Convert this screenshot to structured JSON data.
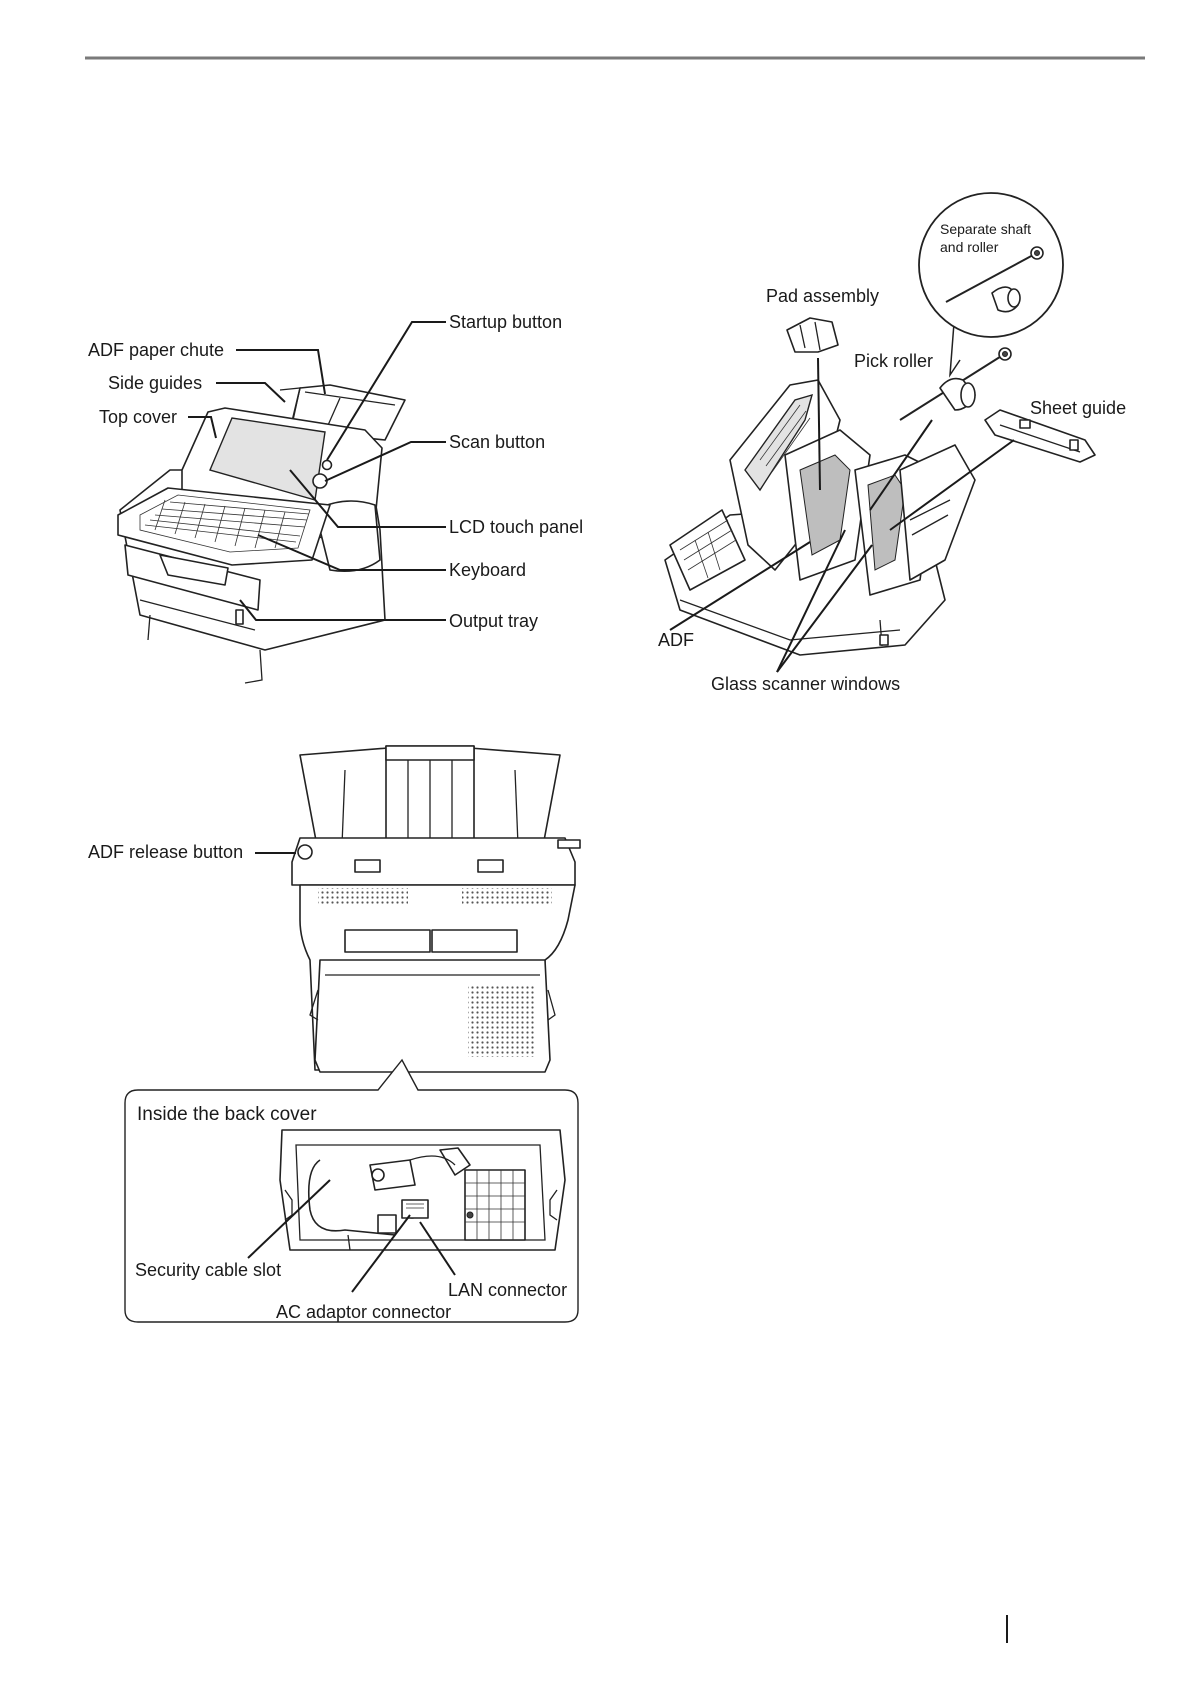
{
  "figure_front": {
    "labels": {
      "adf_paper_chute": "ADF paper chute",
      "side_guides": "Side guides",
      "top_cover": "Top cover",
      "startup_button": "Startup button",
      "scan_button": "Scan button",
      "lcd_touch_panel": "LCD touch panel",
      "keyboard": "Keyboard",
      "output_tray": "Output tray"
    }
  },
  "figure_open": {
    "labels": {
      "separate_shaft_line1": "Separate shaft",
      "separate_shaft_line2": "and roller",
      "pad_assembly": "Pad assembly",
      "pick_roller": "Pick roller",
      "sheet_guide": "Sheet guide",
      "adf": "ADF",
      "glass_scanner_windows": "Glass scanner windows"
    }
  },
  "figure_back": {
    "labels": {
      "adf_release_button": "ADF release button",
      "inside_back_cover": "Inside the back cover",
      "security_cable_slot": "Security cable slot",
      "lan_connector": "LAN connector",
      "ac_adaptor_connector": "AC adaptor connector"
    }
  }
}
